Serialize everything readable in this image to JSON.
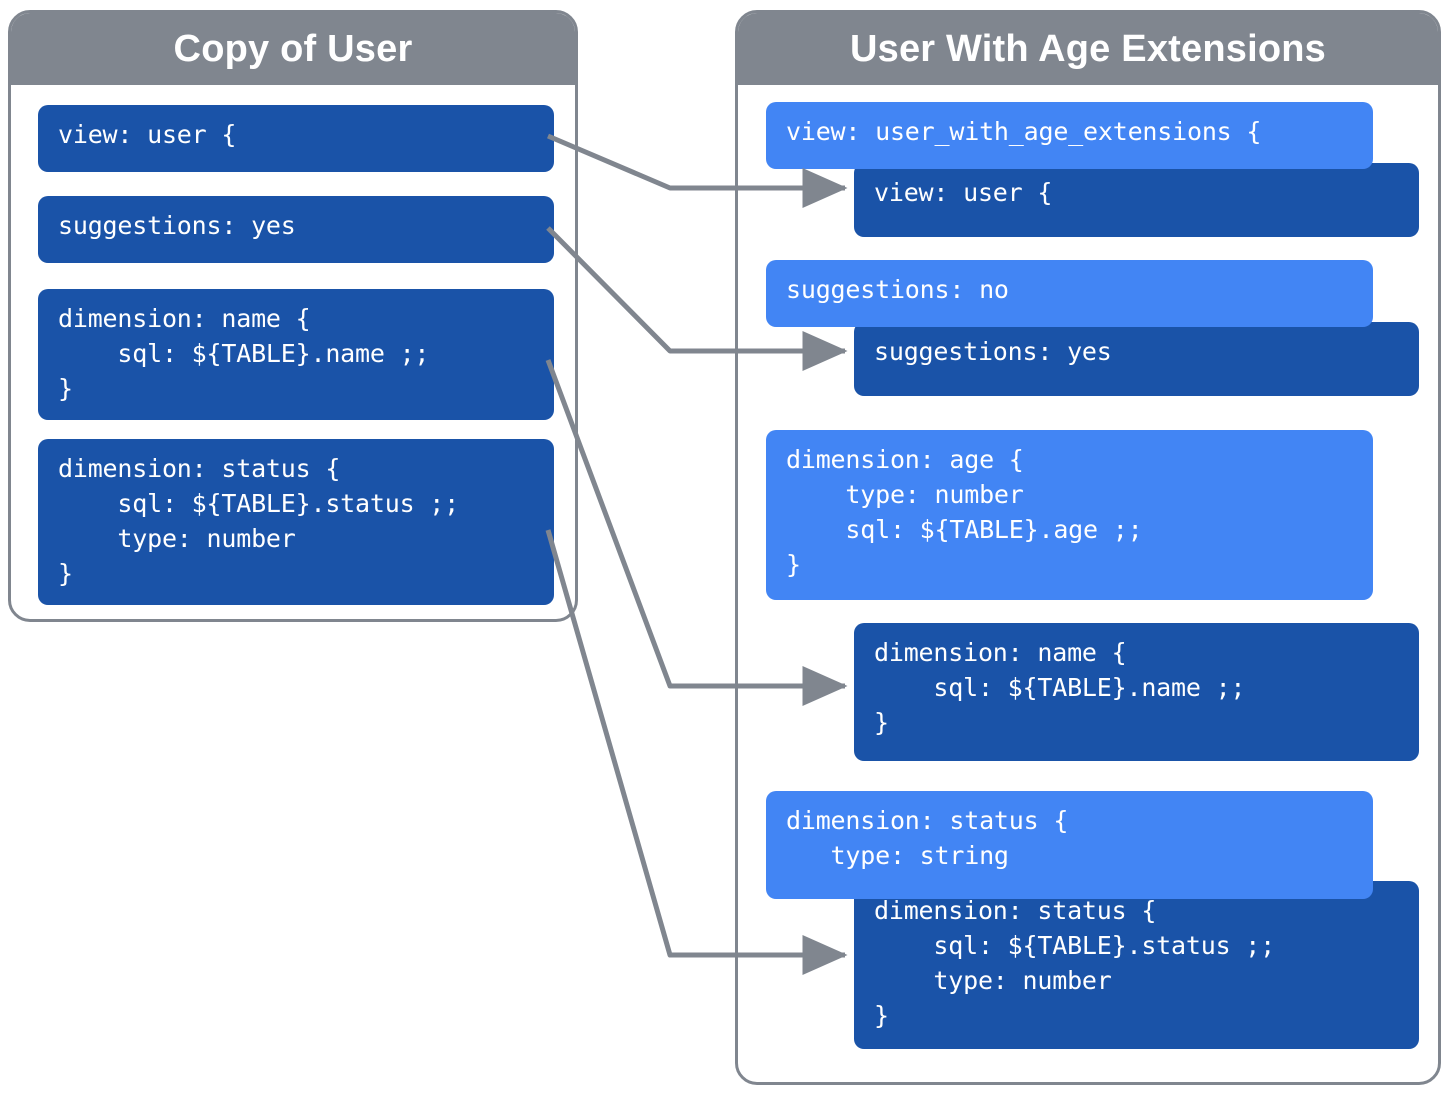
{
  "diagram": {
    "title_left": "Copy of User",
    "title_right": "User With Age Extensions",
    "colors": {
      "panel_border": "#80868f",
      "header_gray": "#80868f",
      "block_dark_blue": "#1a53a8",
      "block_light_blue": "#4285f4",
      "connector_gray": "#80868f",
      "background": "#ffffff",
      "text": "#ffffff"
    }
  },
  "left_panel": {
    "title": "Copy of User",
    "blocks": [
      {
        "id": "left-view",
        "text": "view: user {"
      },
      {
        "id": "left-suggestions",
        "text": "suggestions: yes"
      },
      {
        "id": "left-dimension-name",
        "text": "dimension: name {\n    sql: ${TABLE}.name ;;\n}"
      },
      {
        "id": "left-dimension-status",
        "text": "dimension: status {\n    sql: ${TABLE}.status ;;\n    type: number\n}"
      }
    ]
  },
  "right_panel": {
    "title": "User With Age Extensions",
    "blocks": [
      {
        "id": "right-view-ext",
        "shade": "light",
        "text": "view: user_with_age_extensions {"
      },
      {
        "id": "right-view-user",
        "shade": "dark",
        "text": "view: user {"
      },
      {
        "id": "right-suggestions-no",
        "shade": "light",
        "text": "suggestions: no"
      },
      {
        "id": "right-suggestions-yes",
        "shade": "dark",
        "text": "suggestions: yes"
      },
      {
        "id": "right-dimension-age",
        "shade": "light",
        "text": "dimension: age {\n    type: number\n    sql: ${TABLE}.age ;;\n}"
      },
      {
        "id": "right-dimension-name",
        "shade": "dark",
        "text": "dimension: name {\n    sql: ${TABLE}.name ;;\n}"
      },
      {
        "id": "right-dimension-status-lt",
        "shade": "light",
        "text": "dimension: status {\n   type: string"
      },
      {
        "id": "right-dimension-status-dk",
        "shade": "dark",
        "text": "dimension: status {\n    sql: ${TABLE}.status ;;\n    type: number\n}"
      }
    ]
  },
  "connectors": [
    {
      "id": "conn-view",
      "from": "left-view",
      "to": "right-view-user"
    },
    {
      "id": "conn-suggestions",
      "from": "left-suggestions",
      "to": "right-suggestions-yes"
    },
    {
      "id": "conn-dimension-name",
      "from": "left-dimension-name",
      "to": "right-dimension-name"
    },
    {
      "id": "conn-dimension-status",
      "from": "left-dimension-status",
      "to": "right-dimension-status-dk"
    }
  ]
}
